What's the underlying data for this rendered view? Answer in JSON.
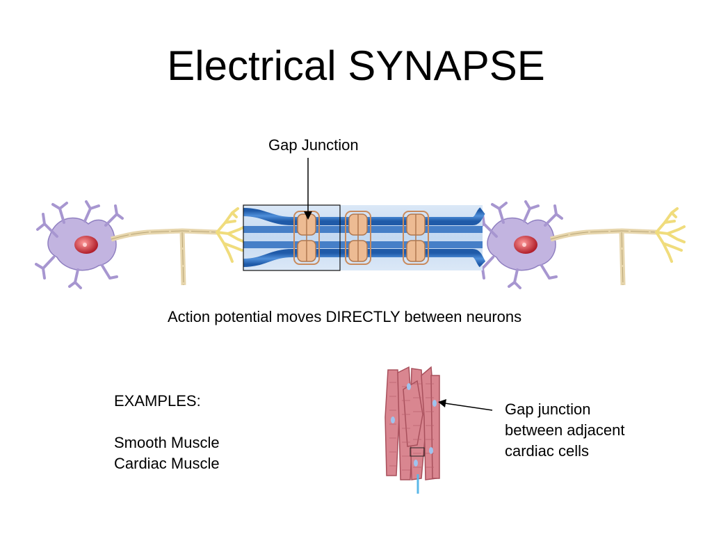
{
  "slide": {
    "title": "Electrical SYNAPSE",
    "gap_label": "Gap Junction",
    "caption": "Action potential moves DIRECTLY between neurons",
    "examples": {
      "heading": "EXAMPLES:",
      "items": [
        "Smooth Muscle",
        "Cardiac Muscle"
      ]
    },
    "cardiac_caption": {
      "lines": [
        "Gap junction",
        "between adjacent",
        "cardiac cells"
      ]
    }
  },
  "colors": {
    "neuron_body": "#b8a9d9",
    "nucleus": "#c8323a",
    "axon": "#e8d8b0",
    "dendrite_terminal": "#f2e28a",
    "membrane_blue": "#2f6fc0",
    "channel": "#e9b48c",
    "cardiac_cell": "#d9848e"
  }
}
